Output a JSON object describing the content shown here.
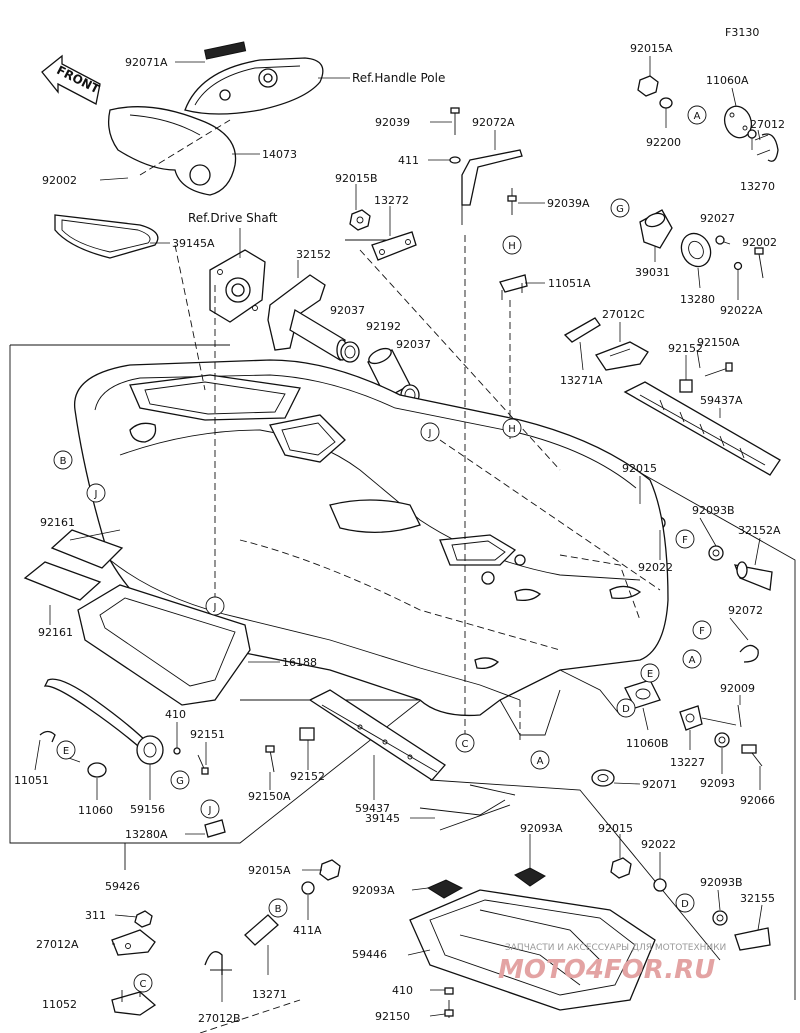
{
  "figure_code": "F3130",
  "front_label": "FRONT",
  "refs": {
    "handle_pole": "Ref.Handle Pole",
    "drive_shaft": "Ref.Drive Shaft"
  },
  "part_numbers": [
    "92015A",
    "11060A",
    "27012",
    "92200",
    "13270",
    "92071A",
    "14073",
    "92002",
    "92039",
    "92072A",
    "411",
    "92015B",
    "13272",
    "92039A",
    "92027",
    "92002",
    "39031",
    "13280",
    "92022A",
    "11051A",
    "39145A",
    "32152",
    "92037",
    "92192",
    "92037",
    "27012C",
    "92150A",
    "13271A",
    "92152",
    "59437A",
    "92015",
    "92093B",
    "32152A",
    "92022",
    "92161",
    "92161",
    "16188",
    "92072",
    "92009",
    "11060B",
    "13227",
    "92093",
    "92066",
    "92071",
    "410",
    "92151",
    "11051",
    "11060",
    "59156",
    "13280A",
    "92150A",
    "92152",
    "59437",
    "39145",
    "59426",
    "92015A",
    "411A",
    "311",
    "27012A",
    "13271",
    "27012B",
    "11052",
    "92093A",
    "92093A",
    "59446",
    "410",
    "92150",
    "92015",
    "92022",
    "92093B",
    "32155"
  ],
  "callout_letters": [
    "A",
    "B",
    "C",
    "D",
    "E",
    "F",
    "G",
    "H",
    "J"
  ],
  "watermark": {
    "line": "ЗАПЧАСТИ И АКСЕССУАРЫ ДЛЯ МОТОТЕХНИКИ",
    "site": "MOTO4FOR.RU"
  }
}
